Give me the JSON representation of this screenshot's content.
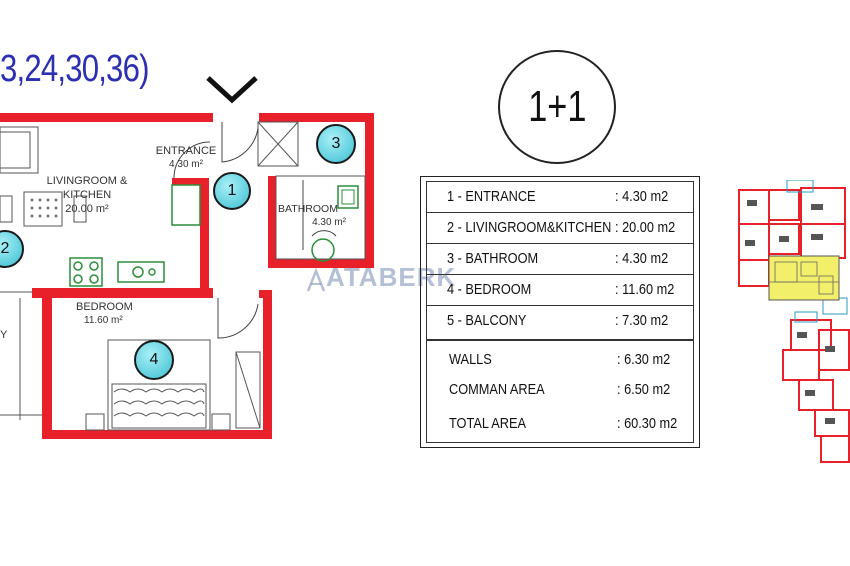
{
  "heading": "3,24,30,36)",
  "unit_type": "1+1",
  "watermark": "ATABERK",
  "rooms": {
    "entrance": {
      "name": "ENTRANCE",
      "area": "4.30 m²",
      "badge": "1"
    },
    "living": {
      "name_line1": "LIVINGROOM &",
      "name_line2": "KITCHEN",
      "area": "20.00 m²",
      "badge": "2"
    },
    "bathroom": {
      "name": "BATHROOM",
      "area": "4.30 m²",
      "badge": "3"
    },
    "bedroom": {
      "name": "BEDROOM",
      "area": "11.60 m²",
      "badge": "4"
    },
    "balcony_partial": "Y"
  },
  "area_table": {
    "rows": [
      {
        "label": "1 - ENTRANCE",
        "value": ":  4.30 m2"
      },
      {
        "label": "2 - LIVINGROOM&KITCHEN",
        "value": ": 20.00 m2"
      },
      {
        "label": "3 - BATHROOM",
        "value": ":  4.30 m2"
      },
      {
        "label": "4 - BEDROOM",
        "value": ": 11.60 m2"
      },
      {
        "label": "5 - BALCONY",
        "value": ":  7.30 m2"
      }
    ],
    "totals": [
      {
        "label": "WALLS",
        "value": ": 6.30 m2"
      },
      {
        "label": "COMMAN AREA",
        "value": ": 6.50 m2"
      },
      {
        "label": "TOTAL AREA",
        "value": ": 60.30 m2"
      }
    ]
  },
  "colors": {
    "wall": "#e8202a",
    "heading": "#2b2fb0",
    "badge": "#3cbfd0",
    "highlight": "#f2f06a"
  }
}
